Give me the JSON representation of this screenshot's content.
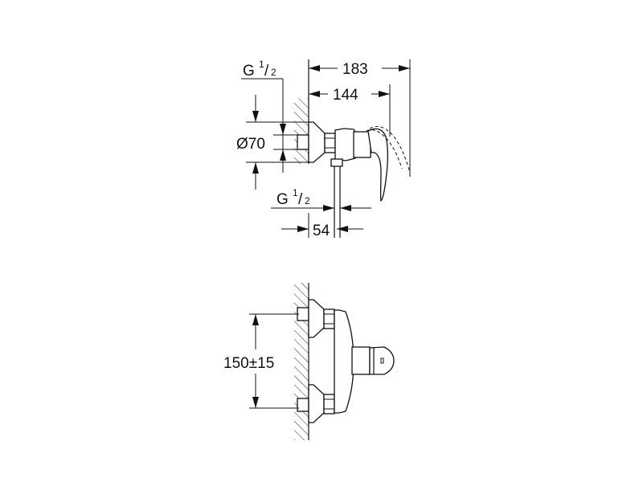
{
  "drawing": {
    "title": "Single-lever shower mixer technical dimension drawing",
    "side_view": {
      "thread_top": {
        "prefix": "G",
        "numerator": "1",
        "denominator": "2"
      },
      "thread_bottom": {
        "prefix": "G",
        "numerator": "1",
        "denominator": "2"
      },
      "diameter_label": "Ø70",
      "overall_depth_label": "183",
      "body_depth_label": "144",
      "outlet_offset_label": "54"
    },
    "front_view": {
      "center_distance_label": "150±15"
    },
    "colors": {
      "line": "#111111",
      "background": "#ffffff"
    }
  }
}
